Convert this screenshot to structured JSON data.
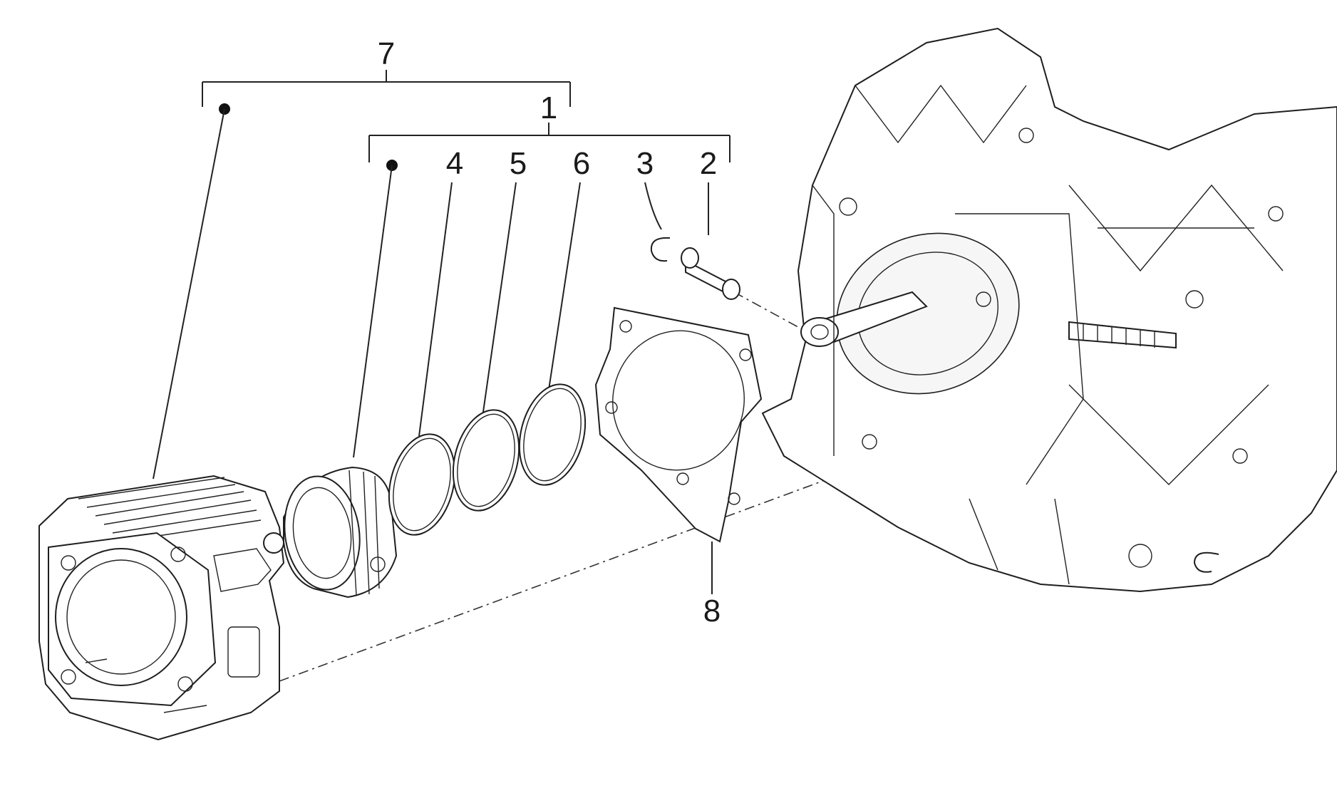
{
  "callouts": {
    "c1": "1",
    "c2": "2",
    "c3": "3",
    "c4": "4",
    "c5": "5",
    "c6": "6",
    "c7": "7",
    "c8": "8"
  },
  "parts": [
    {
      "ref": "cylinder",
      "icon": "cylinder-icon"
    },
    {
      "ref": "piston",
      "icon": "piston-icon"
    },
    {
      "ref": "piston-ring-4",
      "icon": "ring-icon"
    },
    {
      "ref": "piston-ring-5",
      "icon": "ring-icon"
    },
    {
      "ref": "piston-ring-6",
      "icon": "ring-icon"
    },
    {
      "ref": "circlip-3",
      "icon": "circlip-icon"
    },
    {
      "ref": "piston-pin-2",
      "icon": "pin-icon"
    },
    {
      "ref": "base-gasket-8",
      "icon": "gasket-icon"
    },
    {
      "ref": "crankcase",
      "icon": "crankcase-icon"
    }
  ],
  "colors": {
    "line": "#222222",
    "background": "#ffffff"
  }
}
